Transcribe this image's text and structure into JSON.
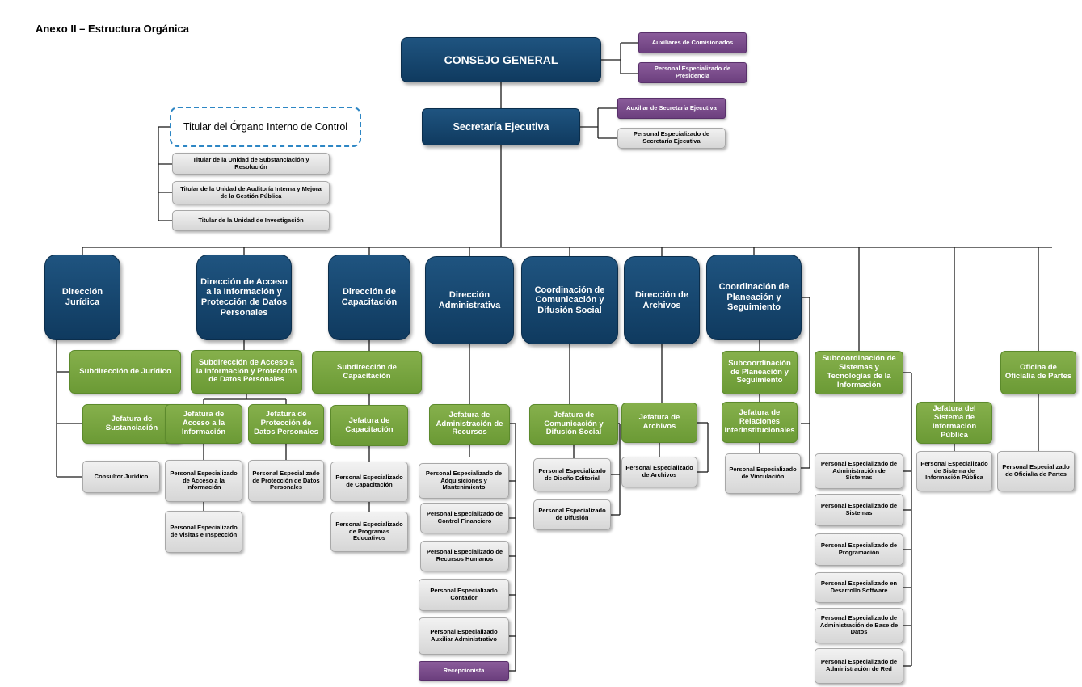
{
  "page_title": "Anexo II – Estructura Orgánica",
  "root": {
    "title": "CONSEJO GENERAL",
    "aux_1": "Auxiliares de Comisionados",
    "aux_2": "Personal Especializado de Presidencia"
  },
  "secretaria": {
    "title": "Secretaría Ejecutiva",
    "aux_1": "Auxiliar de Secretaría Ejecutiva",
    "aux_2": "Personal Especializado de Secretaría Ejecutiva"
  },
  "oic": {
    "title": "Titular del Órgano Interno de Control",
    "items": [
      "Titular de la Unidad de Substanciación y Resolución",
      "Titular de la Unidad de Auditoría Interna y Mejora de la Gestión Pública",
      "Titular de la Unidad de Investigación"
    ]
  },
  "direcciones": [
    {
      "title": "Dirección Jurídica",
      "sub": [
        "Subdirección de Jurídico",
        "Jefatura de Sustanciación"
      ],
      "staff": [
        "Consultor Jurídico"
      ]
    },
    {
      "title": "Dirección de Acceso a la Información y Protección de Datos Personales",
      "sub": [
        "Subdirección de Acceso a la Información y Protección de Datos Personales",
        "Jefatura de Acceso a la Información",
        "Jefatura de Protección de Datos Personales"
      ],
      "staff": [
        "Personal Especializado de Acceso a la Información",
        "Personal Especializado de Visitas e Inspección",
        "Personal Especializado de Protección de Datos Personales"
      ]
    },
    {
      "title": "Dirección de Capacitación",
      "sub": [
        "Subdirección de Capacitación",
        "Jefatura de Capacitación"
      ],
      "staff": [
        "Personal Especializado de Capacitación",
        "Personal Especializado de Programas Educativos"
      ]
    },
    {
      "title": "Dirección Administrativa",
      "sub": [
        "Jefatura de Administración de Recursos"
      ],
      "staff": [
        "Personal Especializado de Adquisiciones y Mantenimiento",
        "Personal Especializado de Control Financiero",
        "Personal Especializado de Recursos Humanos",
        "Personal Especializado Contador",
        "Personal Especializado Auxiliar Administrativo",
        "Recepcionista"
      ]
    },
    {
      "title": "Coordinación de Comunicación y Difusión Social",
      "sub": [
        "Jefatura de Comunicación y Difusión Social"
      ],
      "staff": [
        "Personal Especializado de Diseño Editorial",
        "Personal Especializado de Difusión"
      ]
    },
    {
      "title": "Dirección de Archivos",
      "sub": [
        "Jefatura de Archivos"
      ],
      "staff": [
        "Personal Especializado de Archivos"
      ]
    },
    {
      "title": "Coordinación de Planeación y Seguimiento",
      "sub": [
        "Subcoordinación de Planeación y Seguimiento",
        "Jefatura de Relaciones Interinstitucionales"
      ],
      "staff": [
        "Personal Especializado de Vinculación"
      ]
    }
  ],
  "subcoord_sistemas": {
    "title": "Subcoordinación de Sistemas y Tecnologías de la Información",
    "staff": [
      "Personal Especializado de Administración de Sistemas",
      "Personal Especializado de Sistemas",
      "Personal Especializado de Programación",
      "Personal Especializado en Desarrollo Software",
      "Personal Especializado de Administración de Base de Datos",
      "Personal Especializado de Administración de Red"
    ]
  },
  "jefatura_sipub": {
    "title": "Jefatura del Sistema de Información Pública",
    "staff": [
      "Personal Especializado de Sistema de Información Pública"
    ]
  },
  "oficialia": {
    "title": "Oficina de Oficialía de Partes",
    "staff": [
      "Personal Especializado de Oficialía de Partes"
    ]
  },
  "colors": {
    "navy": "#123f66",
    "green": "#77a341",
    "purple": "#7a4b8c",
    "gray": "#e2e2e2",
    "dashed": "#2d86c4"
  }
}
